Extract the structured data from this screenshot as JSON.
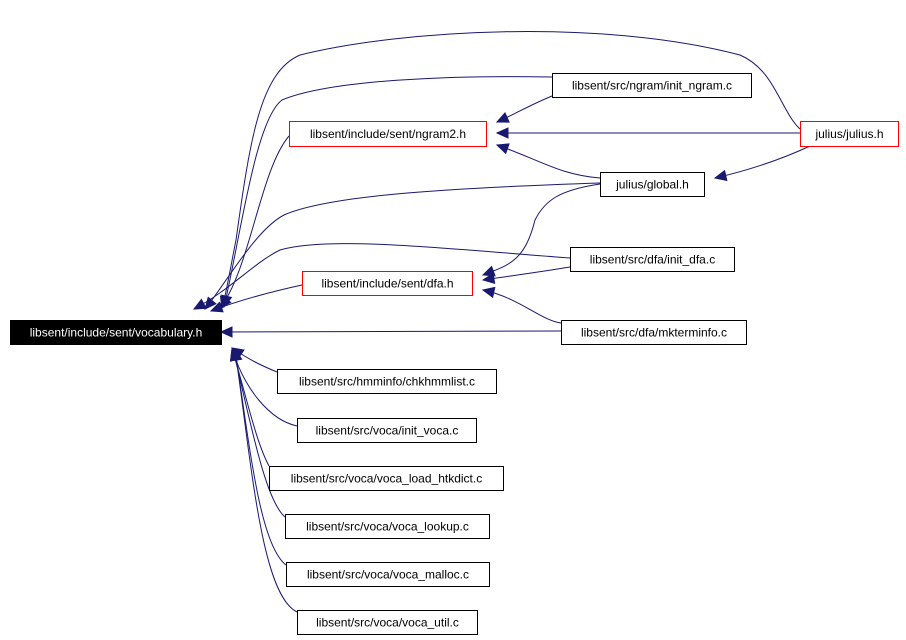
{
  "colors": {
    "edge": "#191970",
    "node_border": "#000000",
    "node_border_highlight": "#ff0000",
    "focus_fill": "#000000",
    "focus_text": "#ffffff"
  },
  "nodes": [
    {
      "id": "vocabulary",
      "label": "libsent/include/sent/vocabulary.h",
      "style": "focus"
    },
    {
      "id": "init_ngram",
      "label": "libsent/src/ngram/init_ngram.c",
      "style": "normal"
    },
    {
      "id": "ngram2",
      "label": "libsent/include/sent/ngram2.h",
      "style": "red"
    },
    {
      "id": "julius_h",
      "label": "julius/julius.h",
      "style": "red"
    },
    {
      "id": "global",
      "label": "julius/global.h",
      "style": "normal"
    },
    {
      "id": "init_dfa",
      "label": "libsent/src/dfa/init_dfa.c",
      "style": "normal"
    },
    {
      "id": "dfa",
      "label": "libsent/include/sent/dfa.h",
      "style": "red"
    },
    {
      "id": "mkterminfo",
      "label": "libsent/src/dfa/mkterminfo.c",
      "style": "normal"
    },
    {
      "id": "chkhmmlist",
      "label": "libsent/src/hmminfo/chkhmmlist.c",
      "style": "normal"
    },
    {
      "id": "init_voca",
      "label": "libsent/src/voca/init_voca.c",
      "style": "normal"
    },
    {
      "id": "voca_load_htkdict",
      "label": "libsent/src/voca/voca_load_htkdict.c",
      "style": "normal"
    },
    {
      "id": "voca_lookup",
      "label": "libsent/src/voca/voca_lookup.c",
      "style": "normal"
    },
    {
      "id": "voca_malloc",
      "label": "libsent/src/voca/voca_malloc.c",
      "style": "normal"
    },
    {
      "id": "voca_util",
      "label": "libsent/src/voca/voca_util.c",
      "style": "normal"
    }
  ],
  "edges": [
    {
      "from": "julius_h",
      "to": "vocabulary"
    },
    {
      "from": "init_ngram",
      "to": "vocabulary"
    },
    {
      "from": "ngram2",
      "to": "vocabulary"
    },
    {
      "from": "global",
      "to": "vocabulary"
    },
    {
      "from": "init_dfa",
      "to": "vocabulary"
    },
    {
      "from": "dfa",
      "to": "vocabulary"
    },
    {
      "from": "mkterminfo",
      "to": "vocabulary"
    },
    {
      "from": "chkhmmlist",
      "to": "vocabulary"
    },
    {
      "from": "init_voca",
      "to": "vocabulary"
    },
    {
      "from": "voca_load_htkdict",
      "to": "vocabulary"
    },
    {
      "from": "voca_lookup",
      "to": "vocabulary"
    },
    {
      "from": "voca_malloc",
      "to": "vocabulary"
    },
    {
      "from": "voca_util",
      "to": "vocabulary"
    },
    {
      "from": "init_ngram",
      "to": "ngram2"
    },
    {
      "from": "julius_h",
      "to": "ngram2"
    },
    {
      "from": "global",
      "to": "ngram2"
    },
    {
      "from": "julius_h",
      "to": "global"
    },
    {
      "from": "global",
      "to": "dfa"
    },
    {
      "from": "init_dfa",
      "to": "dfa"
    },
    {
      "from": "mkterminfo",
      "to": "dfa"
    }
  ]
}
